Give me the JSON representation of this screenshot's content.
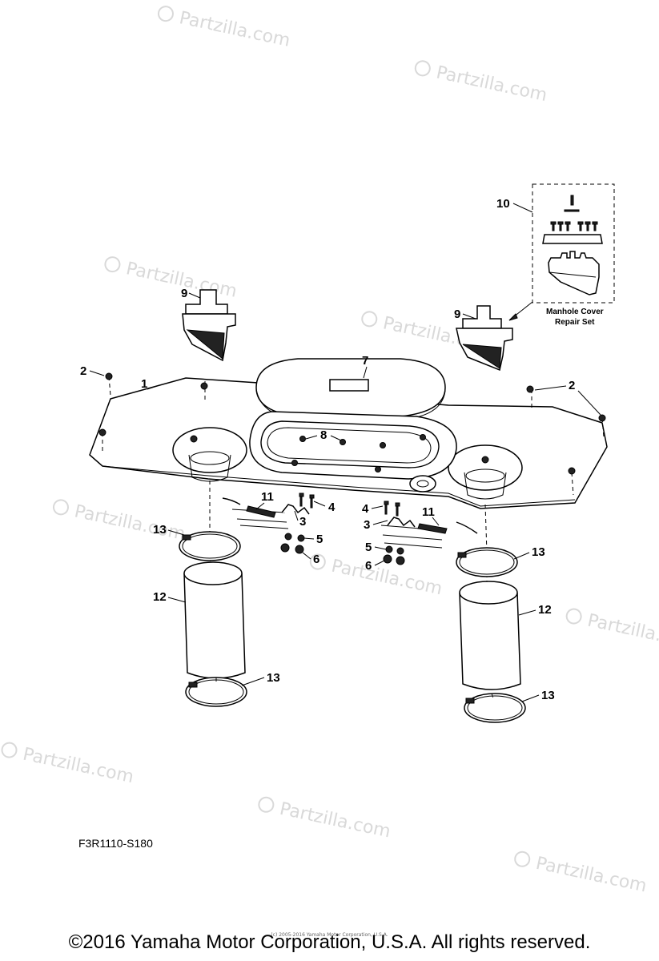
{
  "watermark": {
    "text": "Partzilla.com",
    "symbol": "©"
  },
  "callouts": {
    "n1": "1",
    "n2": "2",
    "n3": "3",
    "n4": "4",
    "n5": "5",
    "n6": "6",
    "n7": "7",
    "n8": "8",
    "n9": "9",
    "n10": "10",
    "n11": "11",
    "n12": "12",
    "n13": "13"
  },
  "kit_label": {
    "line1": "Manhole Cover",
    "line2": "Repair Set"
  },
  "diagram_code": "F3R1110-S180",
  "footer": {
    "copyright": "©2016 Yamaha Motor Corporation, U.S.A. All rights reserved.",
    "fine_print": "(c) 2005-2016 Yamaha Motor Corporation, U.S.A."
  }
}
